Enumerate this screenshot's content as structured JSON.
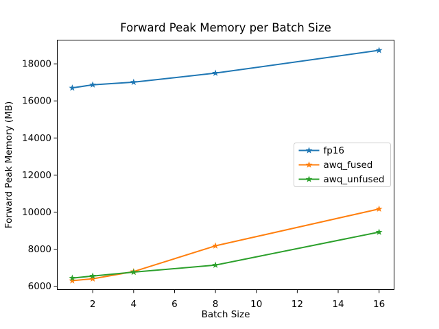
{
  "chart_data": {
    "type": "line",
    "title": "Forward Peak Memory per Batch Size",
    "xlabel": "Batch Size",
    "ylabel": "Forward Peak Memory (MB)",
    "x": [
      1,
      2,
      4,
      8,
      16
    ],
    "series": [
      {
        "name": "fp16",
        "color": "#1f77b4",
        "values": [
          16700,
          16870,
          17010,
          17500,
          18730
        ]
      },
      {
        "name": "awq_fused",
        "color": "#ff7f0e",
        "values": [
          6300,
          6400,
          6790,
          8180,
          10170
        ]
      },
      {
        "name": "awq_unfused",
        "color": "#2ca02c",
        "values": [
          6440,
          6550,
          6760,
          7140,
          8920
        ]
      }
    ],
    "marker": "star",
    "line_width": 2,
    "xlim": [
      0.25,
      16.75
    ],
    "ylim": [
      5800,
      19300
    ],
    "xticks": [
      2,
      4,
      6,
      8,
      10,
      12,
      14,
      16
    ],
    "yticks": [
      6000,
      8000,
      10000,
      12000,
      14000,
      16000,
      18000
    ],
    "grid": false,
    "legend": {
      "position": "center-right",
      "entries": [
        "fp16",
        "awq_fused",
        "awq_unfused"
      ],
      "border_color": "#cccccc",
      "background": "#ffffff"
    },
    "spine_color": "#000000",
    "background": "#ffffff"
  }
}
